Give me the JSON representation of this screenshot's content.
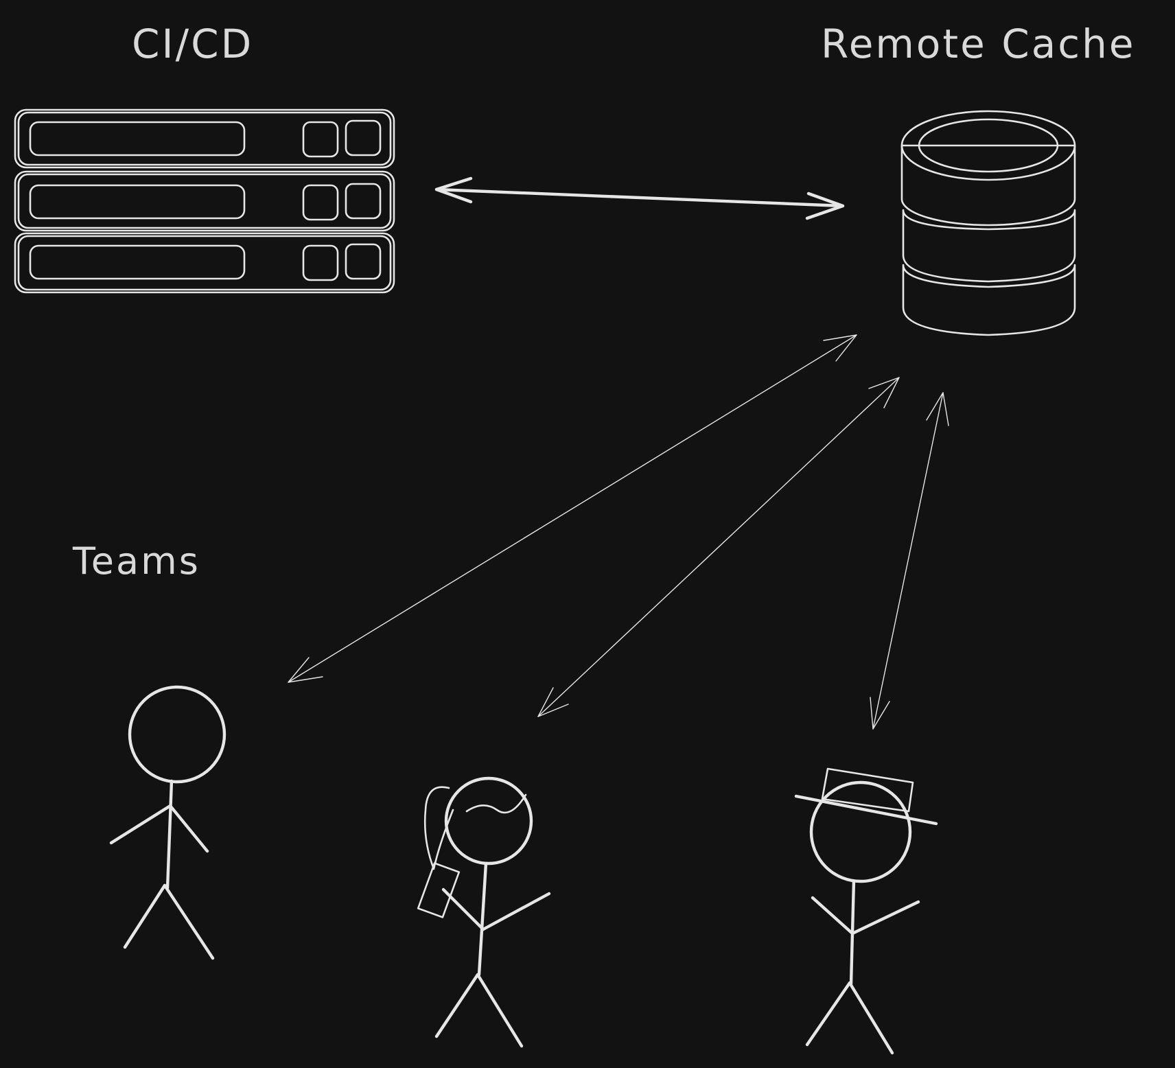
{
  "labels": {
    "cicd": "CI/CD",
    "remote_cache": "Remote Cache",
    "teams": "Teams"
  },
  "colors": {
    "background": "#121212",
    "stroke": "#e6e6e6",
    "text": "#d9d9d9"
  },
  "icons": {
    "cicd": "server-rack-icon",
    "remote_cache": "database-icon",
    "team_members": [
      "stick-figure-icon",
      "stick-figure-ponytail-phone-icon",
      "stick-figure-hat-icon"
    ]
  }
}
